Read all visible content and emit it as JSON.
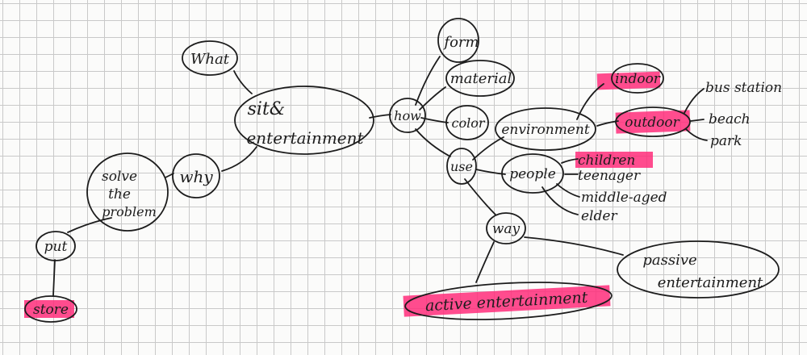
{
  "diagram": {
    "ink_color": "#1c1c1c",
    "highlight_color": "#ff2d7a",
    "nodes": {
      "what": "What",
      "center_line1": "sit&",
      "center_line2": "entertainment",
      "why": "why",
      "solve_line1": "solve",
      "solve_line2": "the",
      "solve_line3": "problem",
      "put": "put",
      "store": "store",
      "how": "how",
      "form": "form",
      "material": "material",
      "color": "color",
      "use": "use",
      "environment": "environment",
      "indoor": "indoor",
      "outdoor": "outdoor",
      "bus_station": "bus station",
      "beach": "beach",
      "park": "park",
      "people": "people",
      "children": "children",
      "teenager": "teenager",
      "middle_aged": "middle-aged",
      "elder": "elder",
      "way": "way",
      "active_entertainment": "active entertainment",
      "passive_line1": "passive",
      "passive_line2": "entertainment"
    },
    "highlighted": [
      "indoor",
      "outdoor",
      "children",
      "store",
      "active entertainment"
    ]
  }
}
